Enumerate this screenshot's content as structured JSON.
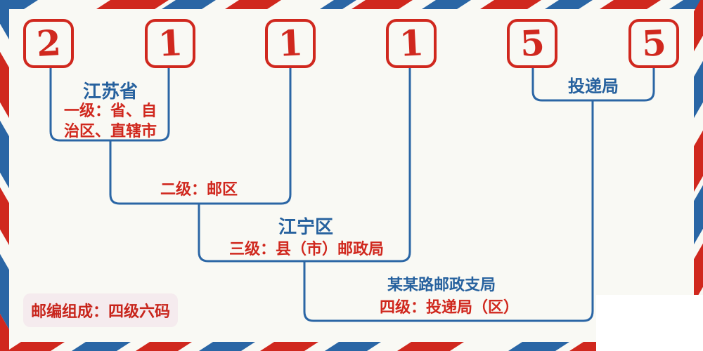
{
  "postal_code": {
    "digits": [
      "2",
      "1",
      "1",
      "1",
      "5",
      "5"
    ]
  },
  "annotations": {
    "level1": {
      "name": "江苏省",
      "desc_lines": [
        "一级：省、自",
        "治区、直辖市"
      ]
    },
    "level2": {
      "desc": "二级：邮区"
    },
    "level3": {
      "name": "江宁区",
      "desc": "三级：县（市）邮政局"
    },
    "level4": {
      "name": "某某路邮政支局",
      "desc": "四级：投递局（区）"
    },
    "delivery_office": {
      "label": "投递局"
    }
  },
  "badge": {
    "text": "邮编组成：四级六码"
  },
  "colors": {
    "stripe_red": "#d0281e",
    "stripe_blue": "#2a66a5",
    "connector_blue": "#2b66a5",
    "text_blue": "#26619e",
    "text_red": "#d0281e",
    "badge_background": "#f5ebee",
    "page_background": "#f9f9f4"
  }
}
